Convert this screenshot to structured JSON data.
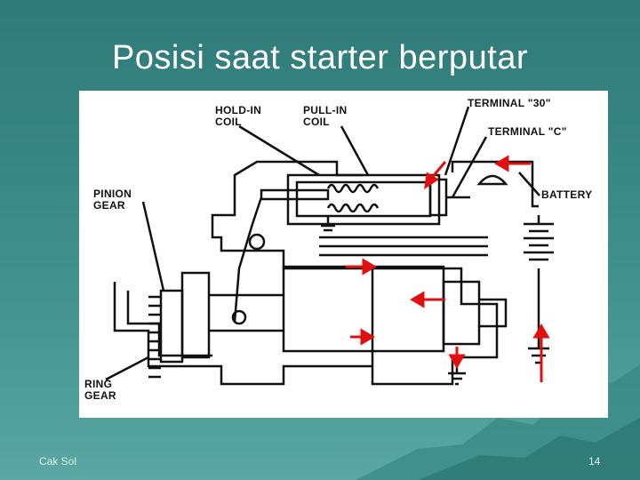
{
  "slide": {
    "title": "Posisi saat starter berputar",
    "footer_left": "Cak Sol",
    "page_number": "14"
  },
  "diagram": {
    "labels": {
      "hold_in_coil": "HOLD-IN\nCOIL",
      "pull_in_coil": "PULL-IN\nCOIL",
      "terminal_30": "TERMINAL \"30\"",
      "terminal_c": "TERMINAL \"C\"",
      "pinion_gear": "PINION\nGEAR",
      "battery": "BATTERY",
      "ring_gear": "RING\nGEAR"
    },
    "colors": {
      "line": "#111111",
      "arrow": "#e01010",
      "background": "#ffffff"
    }
  }
}
